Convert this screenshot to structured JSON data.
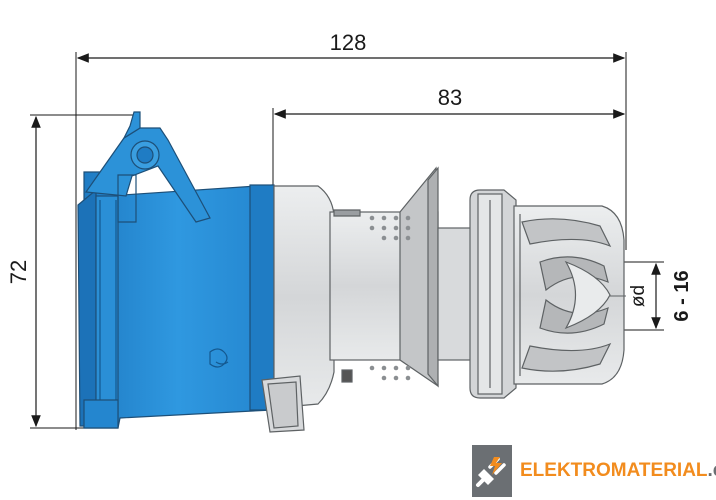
{
  "dimensions": {
    "overall_length": "128",
    "plug_length": "83",
    "height": "72",
    "cable_diameter_symbol": "ød",
    "cable_diameter_range": "6 - 16"
  },
  "logo": {
    "brand_main": "ELEKTROMATERIAL",
    "brand_tld": ".cz",
    "icon": "plug-lightning-icon"
  },
  "colors": {
    "housing_blue": "#2a8fd6",
    "plug_grey": "#d8dadc",
    "logo_orange": "#f28c1e",
    "logo_grey": "#6b6f73"
  }
}
